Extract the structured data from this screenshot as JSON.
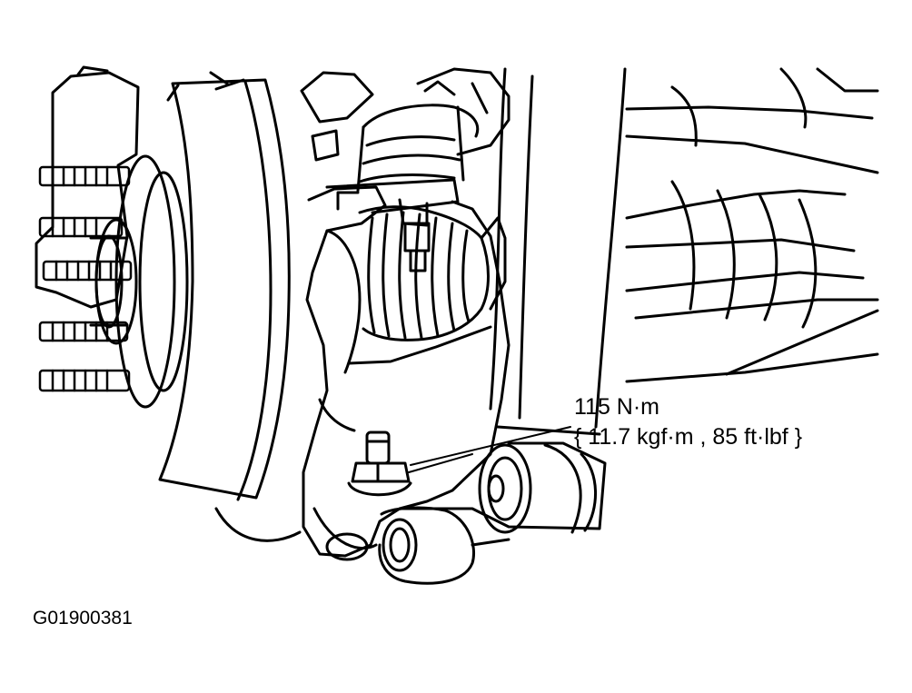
{
  "callout": {
    "torque_metric": "115 N·m",
    "torque_alternate": "{ 11.7 kgf·m , 85 ft·lbf }"
  },
  "figure": {
    "id": "G01900381"
  },
  "colors": {
    "line": "#000000",
    "background": "#ffffff"
  }
}
